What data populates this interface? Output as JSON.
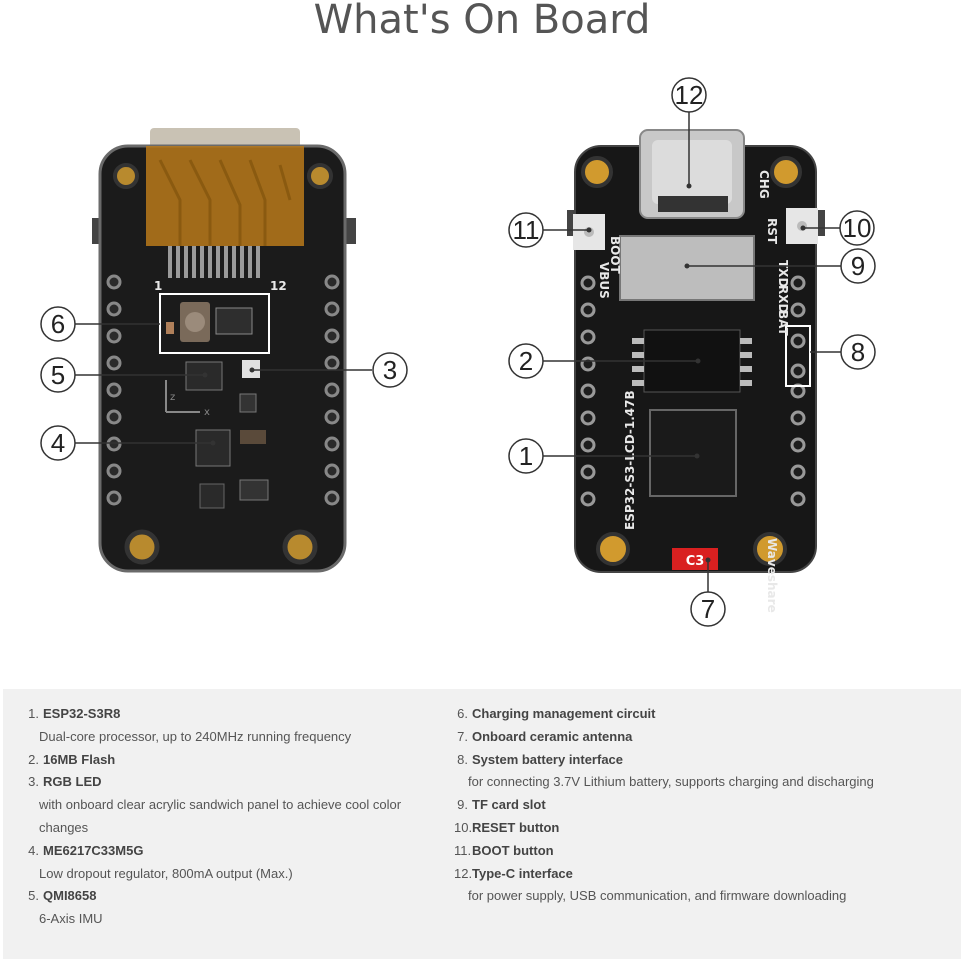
{
  "page": {
    "title": "What's On Board"
  },
  "callouts": [
    "1",
    "2",
    "3",
    "4",
    "5",
    "6",
    "7",
    "8",
    "9",
    "10",
    "11",
    "12"
  ],
  "pcb_labels": {
    "boot": "BOOT",
    "rst": "RST",
    "chg": "CHG",
    "vbus": "VBUS",
    "bat": "BAT",
    "rxd": "RXD",
    "txd": "TXD",
    "brand": "Waveshare",
    "model": "ESP32-S3-LCD-1.47B",
    "antenna": "C3",
    "lcd_pin_start": "1",
    "lcd_pin_end": "12"
  },
  "legend": {
    "left": [
      {
        "index": "1.",
        "title": "ESP32-S3R8",
        "desc": [
          "Dual-core processor, up to 240MHz running frequency"
        ]
      },
      {
        "index": "2.",
        "title": "16MB Flash",
        "desc": []
      },
      {
        "index": "3.",
        "title": "RGB LED",
        "desc": [
          "with onboard clear acrylic sandwich panel to achieve cool color",
          "changes"
        ]
      },
      {
        "index": "4.",
        "title": "ME6217C33M5G",
        "desc": [
          "Low dropout regulator, 800mA output (Max.)"
        ]
      },
      {
        "index": "5.",
        "title": "QMI8658",
        "desc": [
          "6-Axis IMU"
        ]
      }
    ],
    "right": [
      {
        "index": "6.",
        "title": "Charging management circuit",
        "desc": []
      },
      {
        "index": "7.",
        "title": "Onboard ceramic antenna",
        "desc": []
      },
      {
        "index": "8.",
        "title": "System battery interface",
        "desc": [
          "for connecting 3.7V Lithium battery, supports charging and discharging"
        ]
      },
      {
        "index": "9.",
        "title": "TF card slot",
        "desc": []
      },
      {
        "index": "10.",
        "title": "RESET button",
        "desc": []
      },
      {
        "index": "11.",
        "title": "BOOT button",
        "desc": []
      },
      {
        "index": "12.",
        "title": "Type-C interface",
        "desc": [
          "for power supply, USB communication, and firmware downloading"
        ]
      }
    ]
  }
}
